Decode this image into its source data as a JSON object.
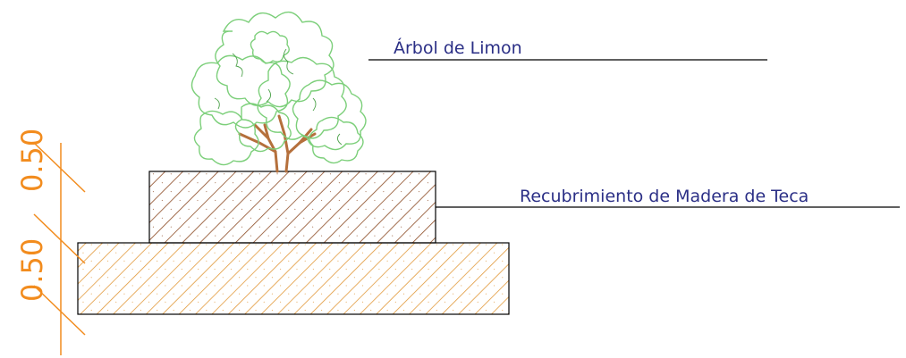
{
  "labels": {
    "tree": "Árbol de Limon",
    "cover": "Recubrimiento de Madera de Teca"
  },
  "dimensions": {
    "upper": "0.50",
    "lower": "0.50"
  },
  "colors": {
    "label_text": "#2b2f86",
    "leader_line": "#000000",
    "dimension": "#f28c1e",
    "upper_hatch": "#8b4a23",
    "lower_hatch": "#e0932f",
    "foliage": "#7ccf7a",
    "foliage_dark": "#4fa34d",
    "trunk": "#b5703c"
  }
}
